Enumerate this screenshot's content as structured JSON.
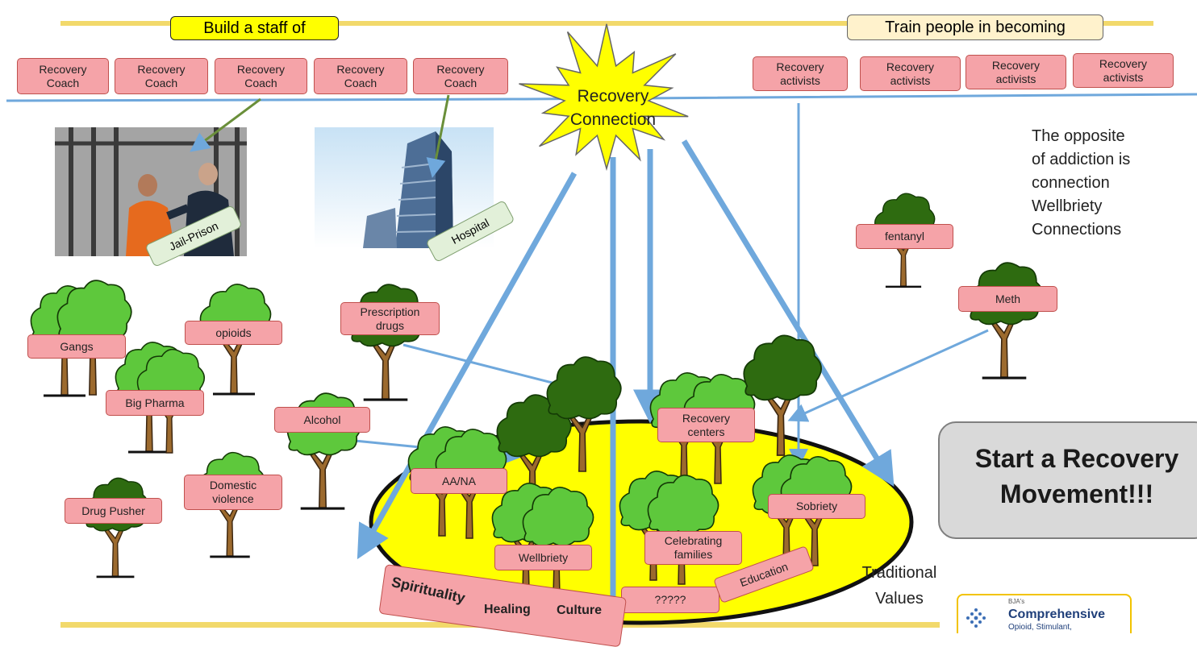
{
  "top_left_heading": "Build a staff of",
  "top_right_heading": "Train people in becoming",
  "coach_boxes": [
    "Recovery\nCoach",
    "Recovery\nCoach",
    "Recovery\nCoach",
    "Recovery\nCoach",
    "Recovery\nCoach"
  ],
  "activist_boxes": [
    "Recovery\nactivists",
    "Recovery\nactivists",
    "Recovery\nactivists",
    "Recovery\nactivists"
  ],
  "center_star": "Recovery\nConnection",
  "photo_labels": {
    "jail": "Jail-Prison",
    "hospital": "Hospital"
  },
  "quote": "The opposite\nof addiction is\nconnection\nWellbriety\nConnections",
  "negative_tags": {
    "gangs": "Gangs",
    "opioids": "opioids",
    "big_pharma": "Big Pharma",
    "prescription": "Prescription\ndrugs",
    "alcohol": "Alcohol",
    "domestic": "Domestic\nviolence",
    "drug_pusher": "Drug Pusher",
    "fentanyl": "fentanyl",
    "meth": "Meth"
  },
  "positive_tags": {
    "aa_na": "AA/NA",
    "recovery_centers": "Recovery\ncenters",
    "wellbriety": "Wellbriety",
    "celebrating": "Celebrating\nfamilies",
    "sobriety": "Sobriety",
    "unknown": "?????",
    "education": "Education"
  },
  "base_words": {
    "spirituality": "Spirituality",
    "healing": "Healing",
    "culture": "Culture"
  },
  "traditional_values": "Traditional\nValues",
  "cta": "Start a Recovery\nMovement!!!",
  "logo": {
    "prefix": "BJA's",
    "title": "Comprehensive",
    "subtitle": "Opioid, Stimulant,"
  },
  "colors": {
    "pink_fill": "#f5a3a8",
    "pink_border": "#c0504d",
    "arrow_blue": "#6fa8dc",
    "tree_dark": "#2e6b10",
    "tree_light": "#5ec83c",
    "island_yellow": "#ffff00",
    "top_bar": "#f2d96b"
  }
}
